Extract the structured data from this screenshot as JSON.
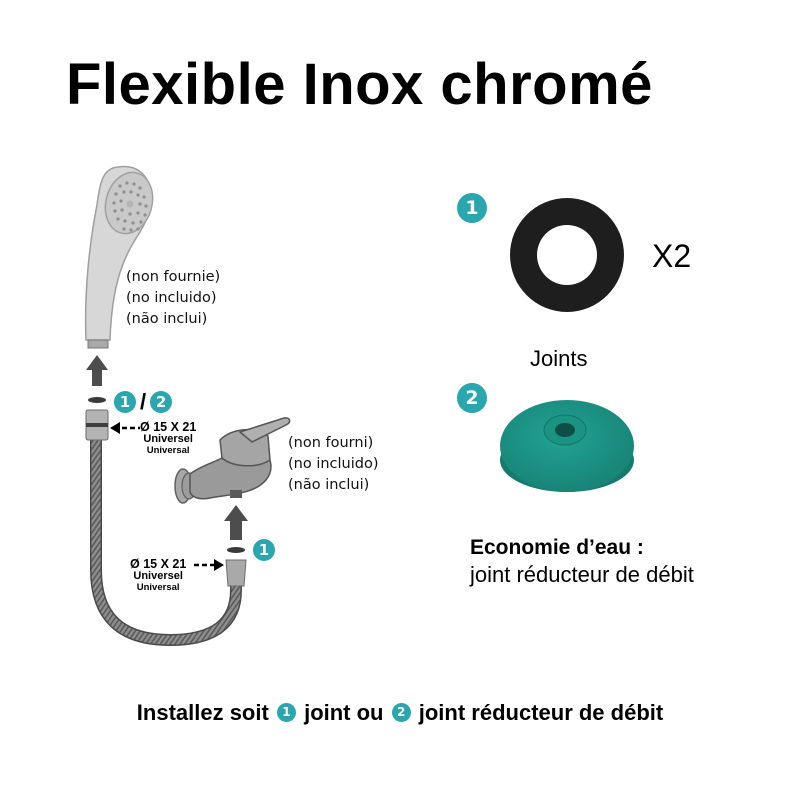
{
  "title": "Flexible Inox chromé",
  "shower_head": {
    "notes": [
      "(non fournie)",
      "(no incluido)",
      "(não inclui)"
    ]
  },
  "top_connector": {
    "badge_1": "1",
    "separator": "/",
    "badge_2": "2",
    "spec_line1": "Ø 15 X 21",
    "spec_line2": "Universel",
    "spec_line3": "Universal"
  },
  "faucet": {
    "notes": [
      "(non fourni)",
      "(no incluido)",
      "(não inclui)"
    ]
  },
  "bottom_connector": {
    "badge": "1",
    "spec_line1": "Ø 15 X 21",
    "spec_line2": "Universel",
    "spec_line3": "Universal"
  },
  "part1": {
    "badge": "1",
    "quantity": "X2",
    "label": "Joints",
    "color": "#1e1e1e"
  },
  "part2": {
    "badge": "2",
    "heading": "Economie d’eau :",
    "description": "joint réducteur de débit",
    "color": "#1a9688"
  },
  "footer": {
    "prefix": "Installez soit",
    "badge_1": "1",
    "middle": "joint ou",
    "badge_2": "2",
    "suffix": "joint réducteur de débit"
  },
  "colors": {
    "badge": "#2aa6ae",
    "metal": "#9a9a9a"
  }
}
